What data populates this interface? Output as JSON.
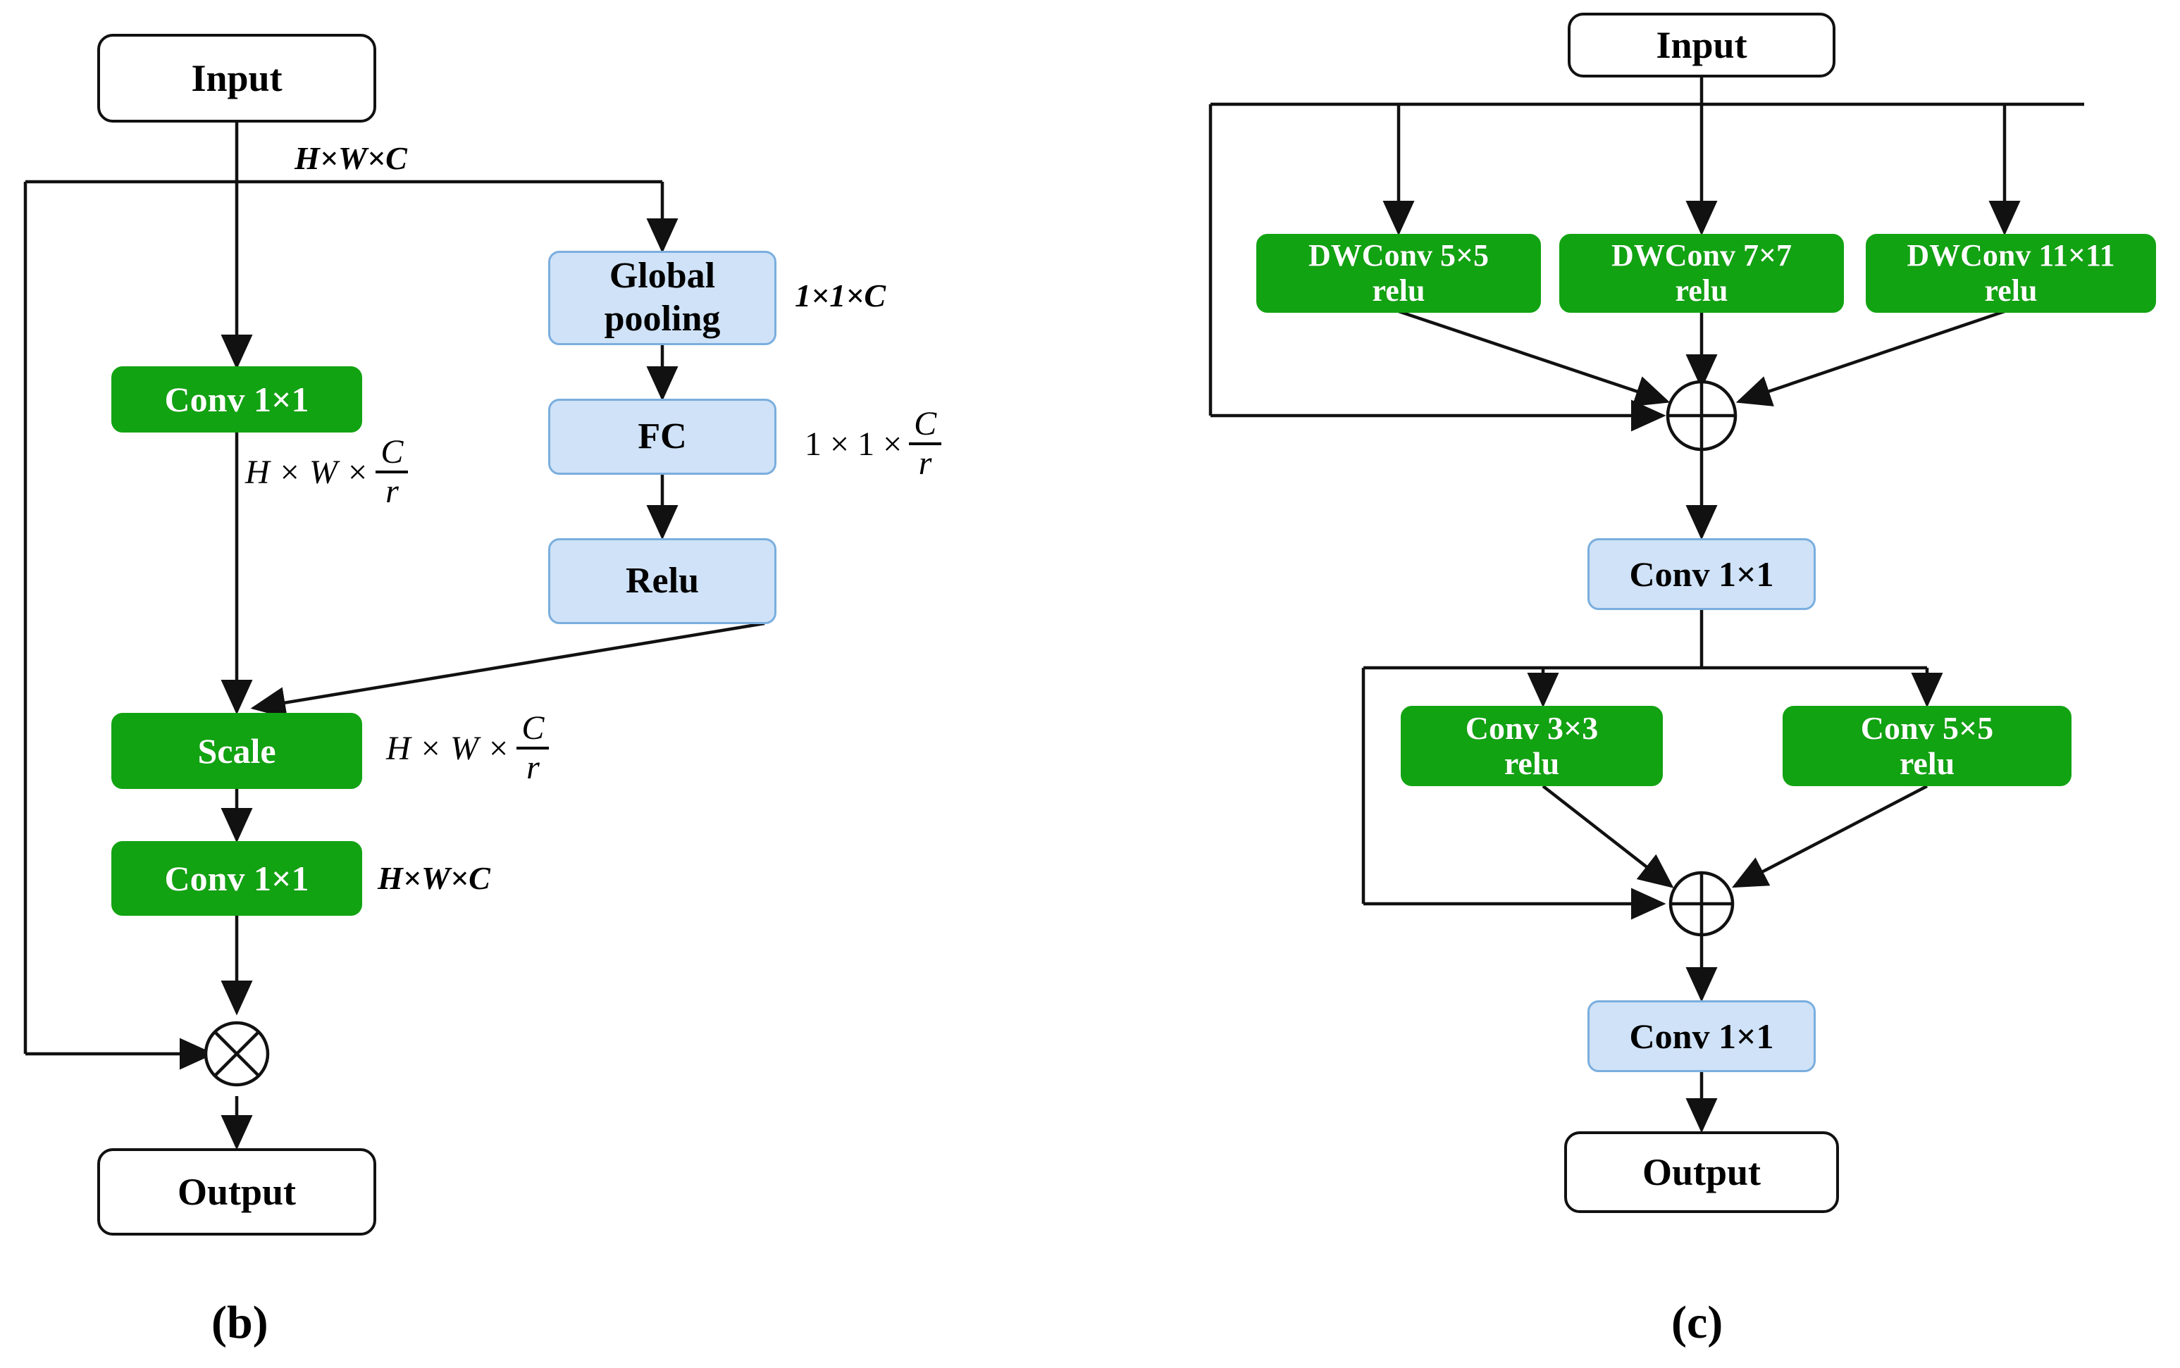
{
  "figure": {
    "panels": [
      {
        "id": "b",
        "caption": "(b)",
        "nodes": {
          "input": "Input",
          "global_pooling": "Global pooling",
          "global_pooling_line1": "Global",
          "global_pooling_line2": "pooling",
          "fc": "FC",
          "relu": "Relu",
          "conv1x1_top": "Conv 1×1",
          "scale": "Scale",
          "conv1x1_bottom": "Conv 1×1",
          "multiply": "⊗",
          "output": "Output"
        },
        "labels": {
          "hwc_top": "H×W×C",
          "one_one_c": "1×1×C",
          "hw_c_over_r_1_prefix": "H × W ×",
          "hw_c_over_r_1_num": "C",
          "hw_c_over_r_1_den": "r",
          "one_one_c_over_r_prefix": "1 × 1 ×",
          "one_one_c_over_r_num": "C",
          "one_one_c_over_r_den": "r",
          "hw_c_over_r_2_prefix": "H × W ×",
          "hw_c_over_r_2_num": "C",
          "hw_c_over_r_2_den": "r",
          "hwc_bottom": "H×W×C"
        }
      },
      {
        "id": "c",
        "caption": "(c)",
        "nodes": {
          "input": "Input",
          "dwconv5": {
            "line1": "DWConv 5×5",
            "line2": "relu"
          },
          "dwconv7": {
            "line1": "DWConv 7×7",
            "line2": "relu"
          },
          "dwconv11": {
            "line1": "DWConv 11×11",
            "line2": "relu"
          },
          "add_top": "⊕",
          "conv1x1_mid": "Conv 1×1",
          "conv3": {
            "line1": "Conv 3×3",
            "line2": "relu"
          },
          "conv5": {
            "line1": "Conv 5×5",
            "line2": "relu"
          },
          "add_bottom": "⊕",
          "conv1x1_bottom": "Conv 1×1",
          "output": "Output"
        }
      }
    ],
    "colors": {
      "green_block": "#12a312",
      "blue_block": "#cfe2f7",
      "blue_border": "#7aaede",
      "stroke": "#111111",
      "background": "#ffffff"
    }
  }
}
